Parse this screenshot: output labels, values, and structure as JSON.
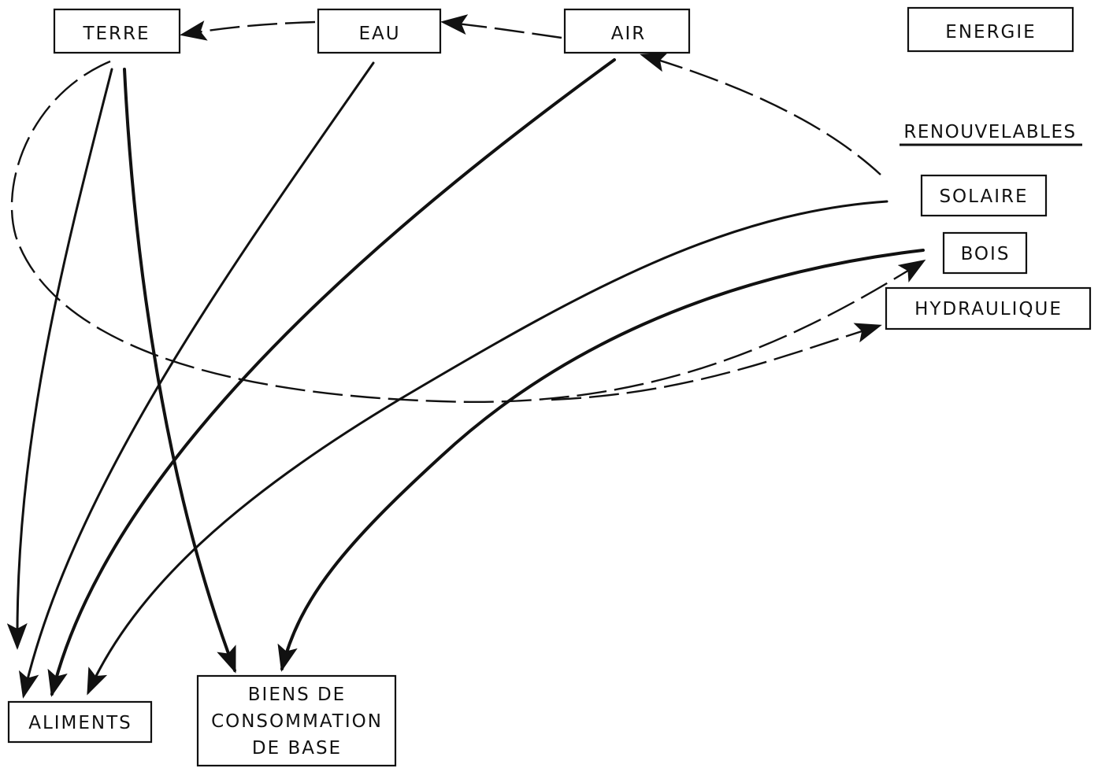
{
  "nodes": {
    "terre": "TERRE",
    "eau": "EAU",
    "air": "AIR",
    "energie": "ENERGIE",
    "renouvelables": "RENOUVELABLES",
    "solaire": "SOLAIRE",
    "bois": "BOIS",
    "hydraulique": "HYDRAULIQUE",
    "aliments": "ALIMENTS",
    "biens": [
      "BIENS DE",
      "CONSOMMATION",
      "DE BASE"
    ]
  },
  "colors": {
    "ink": "#111111",
    "background": "#ffffff"
  },
  "edges": [
    {
      "from": "terre",
      "to": "aliments",
      "style": "solid"
    },
    {
      "from": "terre",
      "to": "biens",
      "style": "solid"
    },
    {
      "from": "eau",
      "to": "aliments",
      "style": "solid"
    },
    {
      "from": "air",
      "to": "aliments",
      "style": "solid"
    },
    {
      "from": "solaire",
      "to": "aliments",
      "style": "solid"
    },
    {
      "from": "bois",
      "to": "biens",
      "style": "solid"
    },
    {
      "from": "eau",
      "to": "terre",
      "style": "dashed"
    },
    {
      "from": "air",
      "to": "eau",
      "style": "dashed"
    },
    {
      "from": "solaire",
      "to": "air",
      "style": "dashed"
    },
    {
      "from": "terre",
      "to": "bois",
      "style": "dashed"
    },
    {
      "from": "terre",
      "to": "hydraulique",
      "style": "dashed"
    }
  ]
}
